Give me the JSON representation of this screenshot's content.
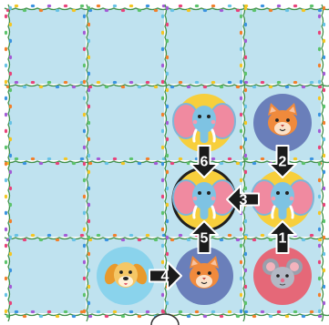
{
  "board": {
    "rows": 4,
    "cols": 4,
    "background_color": "#bfe2ef",
    "light_colors": [
      "#e8437a",
      "#f4c623",
      "#5cc36b",
      "#3a93e0",
      "#f27f2b",
      "#a35bd6",
      "#67c2e6"
    ]
  },
  "tokens": [
    {
      "id": "elephant-top",
      "animal": "elephant",
      "row": 2,
      "col": 3,
      "color": "#f7cf3c",
      "icon": "elephant-icon",
      "selected": false
    },
    {
      "id": "cat-top",
      "animal": "cat",
      "row": 2,
      "col": 4,
      "color": "#6a7fba",
      "icon": "cat-icon",
      "selected": false
    },
    {
      "id": "elephant-center",
      "animal": "elephant",
      "row": 3,
      "col": 3,
      "color": "#f7cf3c",
      "icon": "elephant-icon",
      "selected": true
    },
    {
      "id": "elephant-right",
      "animal": "elephant",
      "row": 3,
      "col": 4,
      "color": "#f7cf3c",
      "icon": "elephant-icon",
      "selected": false
    },
    {
      "id": "dog",
      "animal": "dog",
      "row": 4,
      "col": 2,
      "color": "#8ad3ec",
      "icon": "dog-icon",
      "selected": false
    },
    {
      "id": "cat-bottom",
      "animal": "cat",
      "row": 4,
      "col": 3,
      "color": "#6a7fba",
      "icon": "cat-icon",
      "selected": false
    },
    {
      "id": "mouse",
      "animal": "mouse",
      "row": 4,
      "col": 4,
      "color": "#e56878",
      "icon": "mouse-icon",
      "selected": false
    }
  ],
  "moves": [
    {
      "label": "1",
      "from": [
        4,
        4
      ],
      "to": [
        3,
        4
      ],
      "direction": "up"
    },
    {
      "label": "2",
      "from": [
        2,
        4
      ],
      "to": [
        3,
        4
      ],
      "direction": "down"
    },
    {
      "label": "3",
      "from": [
        3,
        4
      ],
      "to": [
        3,
        3
      ],
      "direction": "left"
    },
    {
      "label": "4",
      "from": [
        4,
        2
      ],
      "to": [
        4,
        3
      ],
      "direction": "right"
    },
    {
      "label": "5",
      "from": [
        4,
        3
      ],
      "to": [
        3,
        3
      ],
      "direction": "up"
    },
    {
      "label": "6",
      "from": [
        2,
        3
      ],
      "to": [
        3,
        3
      ],
      "direction": "down"
    }
  ]
}
